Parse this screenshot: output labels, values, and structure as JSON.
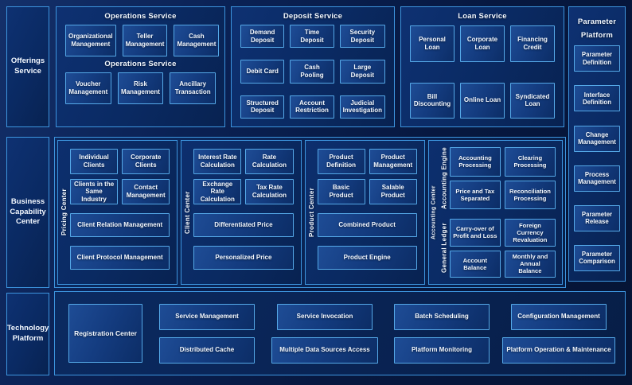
{
  "colors": {
    "background": "#071840",
    "panel_fill": "#0a2a63",
    "panel_border": "#3d95df",
    "box_fill": "#143c80",
    "box_border": "#55a9e8",
    "text": "#f4f9ff"
  },
  "sidebar": {
    "offerings": "Offerings Service",
    "business_capability": "Business Capability Center",
    "technology": "Technology Platform"
  },
  "top_row": {
    "operations": {
      "title": "Operations Service",
      "row1": [
        "Organizational Management",
        "Teller Management",
        "Cash Management"
      ],
      "mid_label": "Operations Service",
      "row2": [
        "Voucher Management",
        "Risk Management",
        "Ancillary Transaction"
      ]
    },
    "deposit": {
      "title": "Deposit Service",
      "boxes": [
        "Demand Deposit",
        "Time Deposit",
        "Security Deposit",
        "Debit Card",
        "Cash Pooling",
        "Large Deposit",
        "Structured Deposit",
        "Account Restriction",
        "Judicial Investigation"
      ]
    },
    "loan": {
      "title": "Loan Service",
      "boxes": [
        "Personal Loan",
        "Corporate Loan",
        "Financing Credit",
        "Bill Discounting",
        "Online Loan",
        "Syndicated Loan"
      ]
    }
  },
  "middle_row": {
    "pricing_center": {
      "label": "Pricing Center",
      "small": [
        "Individual Clients",
        "Corporate Clients",
        "Clients in the Same Industry",
        "Contact Management"
      ],
      "wide": [
        "Client Relation Management",
        "Client Protocol Management"
      ]
    },
    "client_center": {
      "label": "Client Center",
      "small": [
        "Interest Rate Calculation",
        "Rate Calculation",
        "Exchange Rate Calculation",
        "Tax Rate Calculation"
      ],
      "wide": [
        "Differentiated Price",
        "Personalized Price"
      ]
    },
    "product_center": {
      "label": "Product Center",
      "small": [
        "Product Definition",
        "Product Management",
        "Basic Product",
        "Salable Product"
      ],
      "wide": [
        "Combined Product",
        "Product Engine"
      ]
    },
    "accounting_center": {
      "label": "Accounting Center",
      "engine_label": "Accounting Engine",
      "engine_boxes": [
        "Accounting Processing",
        "Clearing Processing",
        "Price and Tax Separated",
        "Reconciliation Processing"
      ],
      "ledger_label": "General  Ledger",
      "ledger_boxes": [
        "Carry-over of Profit and Loss",
        "Foreign Currency Revaluation",
        "Account Balance",
        "Monthly and Annual Balance"
      ]
    }
  },
  "right_column": {
    "title": "Parameter Platform",
    "boxes": [
      "Parameter Definition",
      "Interface Definition",
      "Change Management",
      "Process Management",
      "Parameter Release",
      "Parameter Comparison"
    ]
  },
  "bottom_row": {
    "registration": "Registration Center",
    "pairs": [
      {
        "top": "Service Management",
        "bottom": "Distributed Cache"
      },
      {
        "top": "Service Invocation",
        "bottom": "Multiple Data Sources Access"
      },
      {
        "top": "Batch Scheduling",
        "bottom": "Platform Monitoring"
      },
      {
        "top": "Configuration Management",
        "bottom": "Platform Operation & Maintenance"
      }
    ]
  }
}
